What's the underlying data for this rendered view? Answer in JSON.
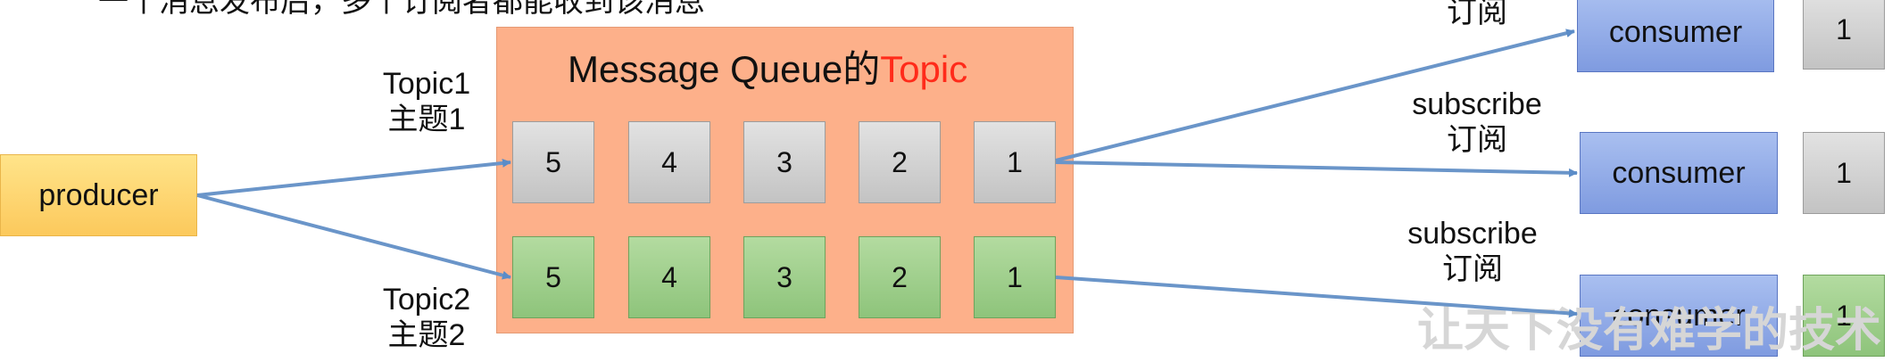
{
  "producer": {
    "label": "producer"
  },
  "queue": {
    "title_prefix": "Message Queue的",
    "title_accent": "Topic",
    "accent_color": "#ff2b1a"
  },
  "topics": [
    {
      "name": "Topic1",
      "cn": "主题1",
      "cells": [
        "5",
        "4",
        "3",
        "2",
        "1"
      ],
      "color": "gray"
    },
    {
      "name": "Topic2",
      "cn": "主题2",
      "cells": [
        "5",
        "4",
        "3",
        "2",
        "1"
      ],
      "color": "green"
    }
  ],
  "consumers": [
    {
      "label": "consumer",
      "sub_en": "",
      "sub_cn": "订阅",
      "msg": "1"
    },
    {
      "label": "consumer",
      "sub_en": "subscribe",
      "sub_cn": "订阅",
      "msg": "1"
    },
    {
      "label": "consumer",
      "sub_en": "subscribe",
      "sub_cn": "订阅",
      "msg": "1"
    }
  ],
  "top_partial_text": "一个消息发布后，多个订阅者都能收到该消息",
  "watermark": "让天下没有难学的技术"
}
